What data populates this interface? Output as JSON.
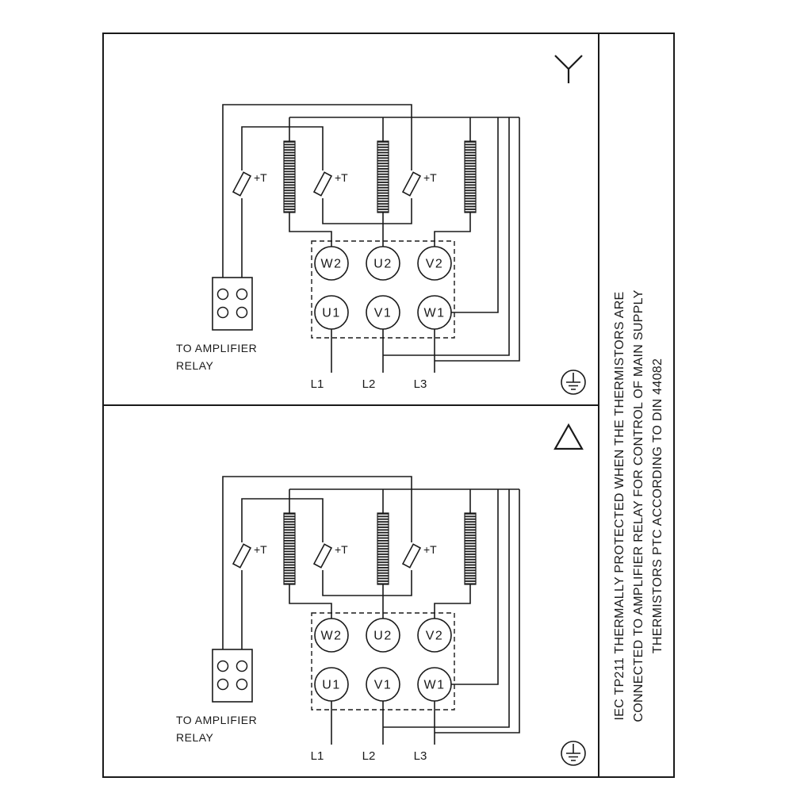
{
  "note": {
    "lines": [
      "IEC TP211 THERMALLY PROTECTED WHEN THE THERMISTORS ARE",
      "CONNECTED TO AMPLIFIER RELAY FOR CONTROL OF MAIN SUPPLY",
      "THERMISTORS PTC ACCORDING TO DIN 44082"
    ]
  },
  "panels": [
    {
      "connection": "star",
      "thermistor_label": "+T",
      "relay_line1": "TO AMPLIFIER",
      "relay_line2": "RELAY",
      "terminals_top": [
        "W2",
        "U2",
        "V2"
      ],
      "terminals_bottom": [
        "U1",
        "V1",
        "W1"
      ],
      "supply": [
        "L1",
        "L2",
        "L3"
      ]
    },
    {
      "connection": "delta",
      "thermistor_label": "+T",
      "relay_line1": "TO AMPLIFIER",
      "relay_line2": "RELAY",
      "terminals_top": [
        "W2",
        "U2",
        "V2"
      ],
      "terminals_bottom": [
        "U1",
        "V1",
        "W1"
      ],
      "supply": [
        "L1",
        "L2",
        "L3"
      ]
    }
  ]
}
